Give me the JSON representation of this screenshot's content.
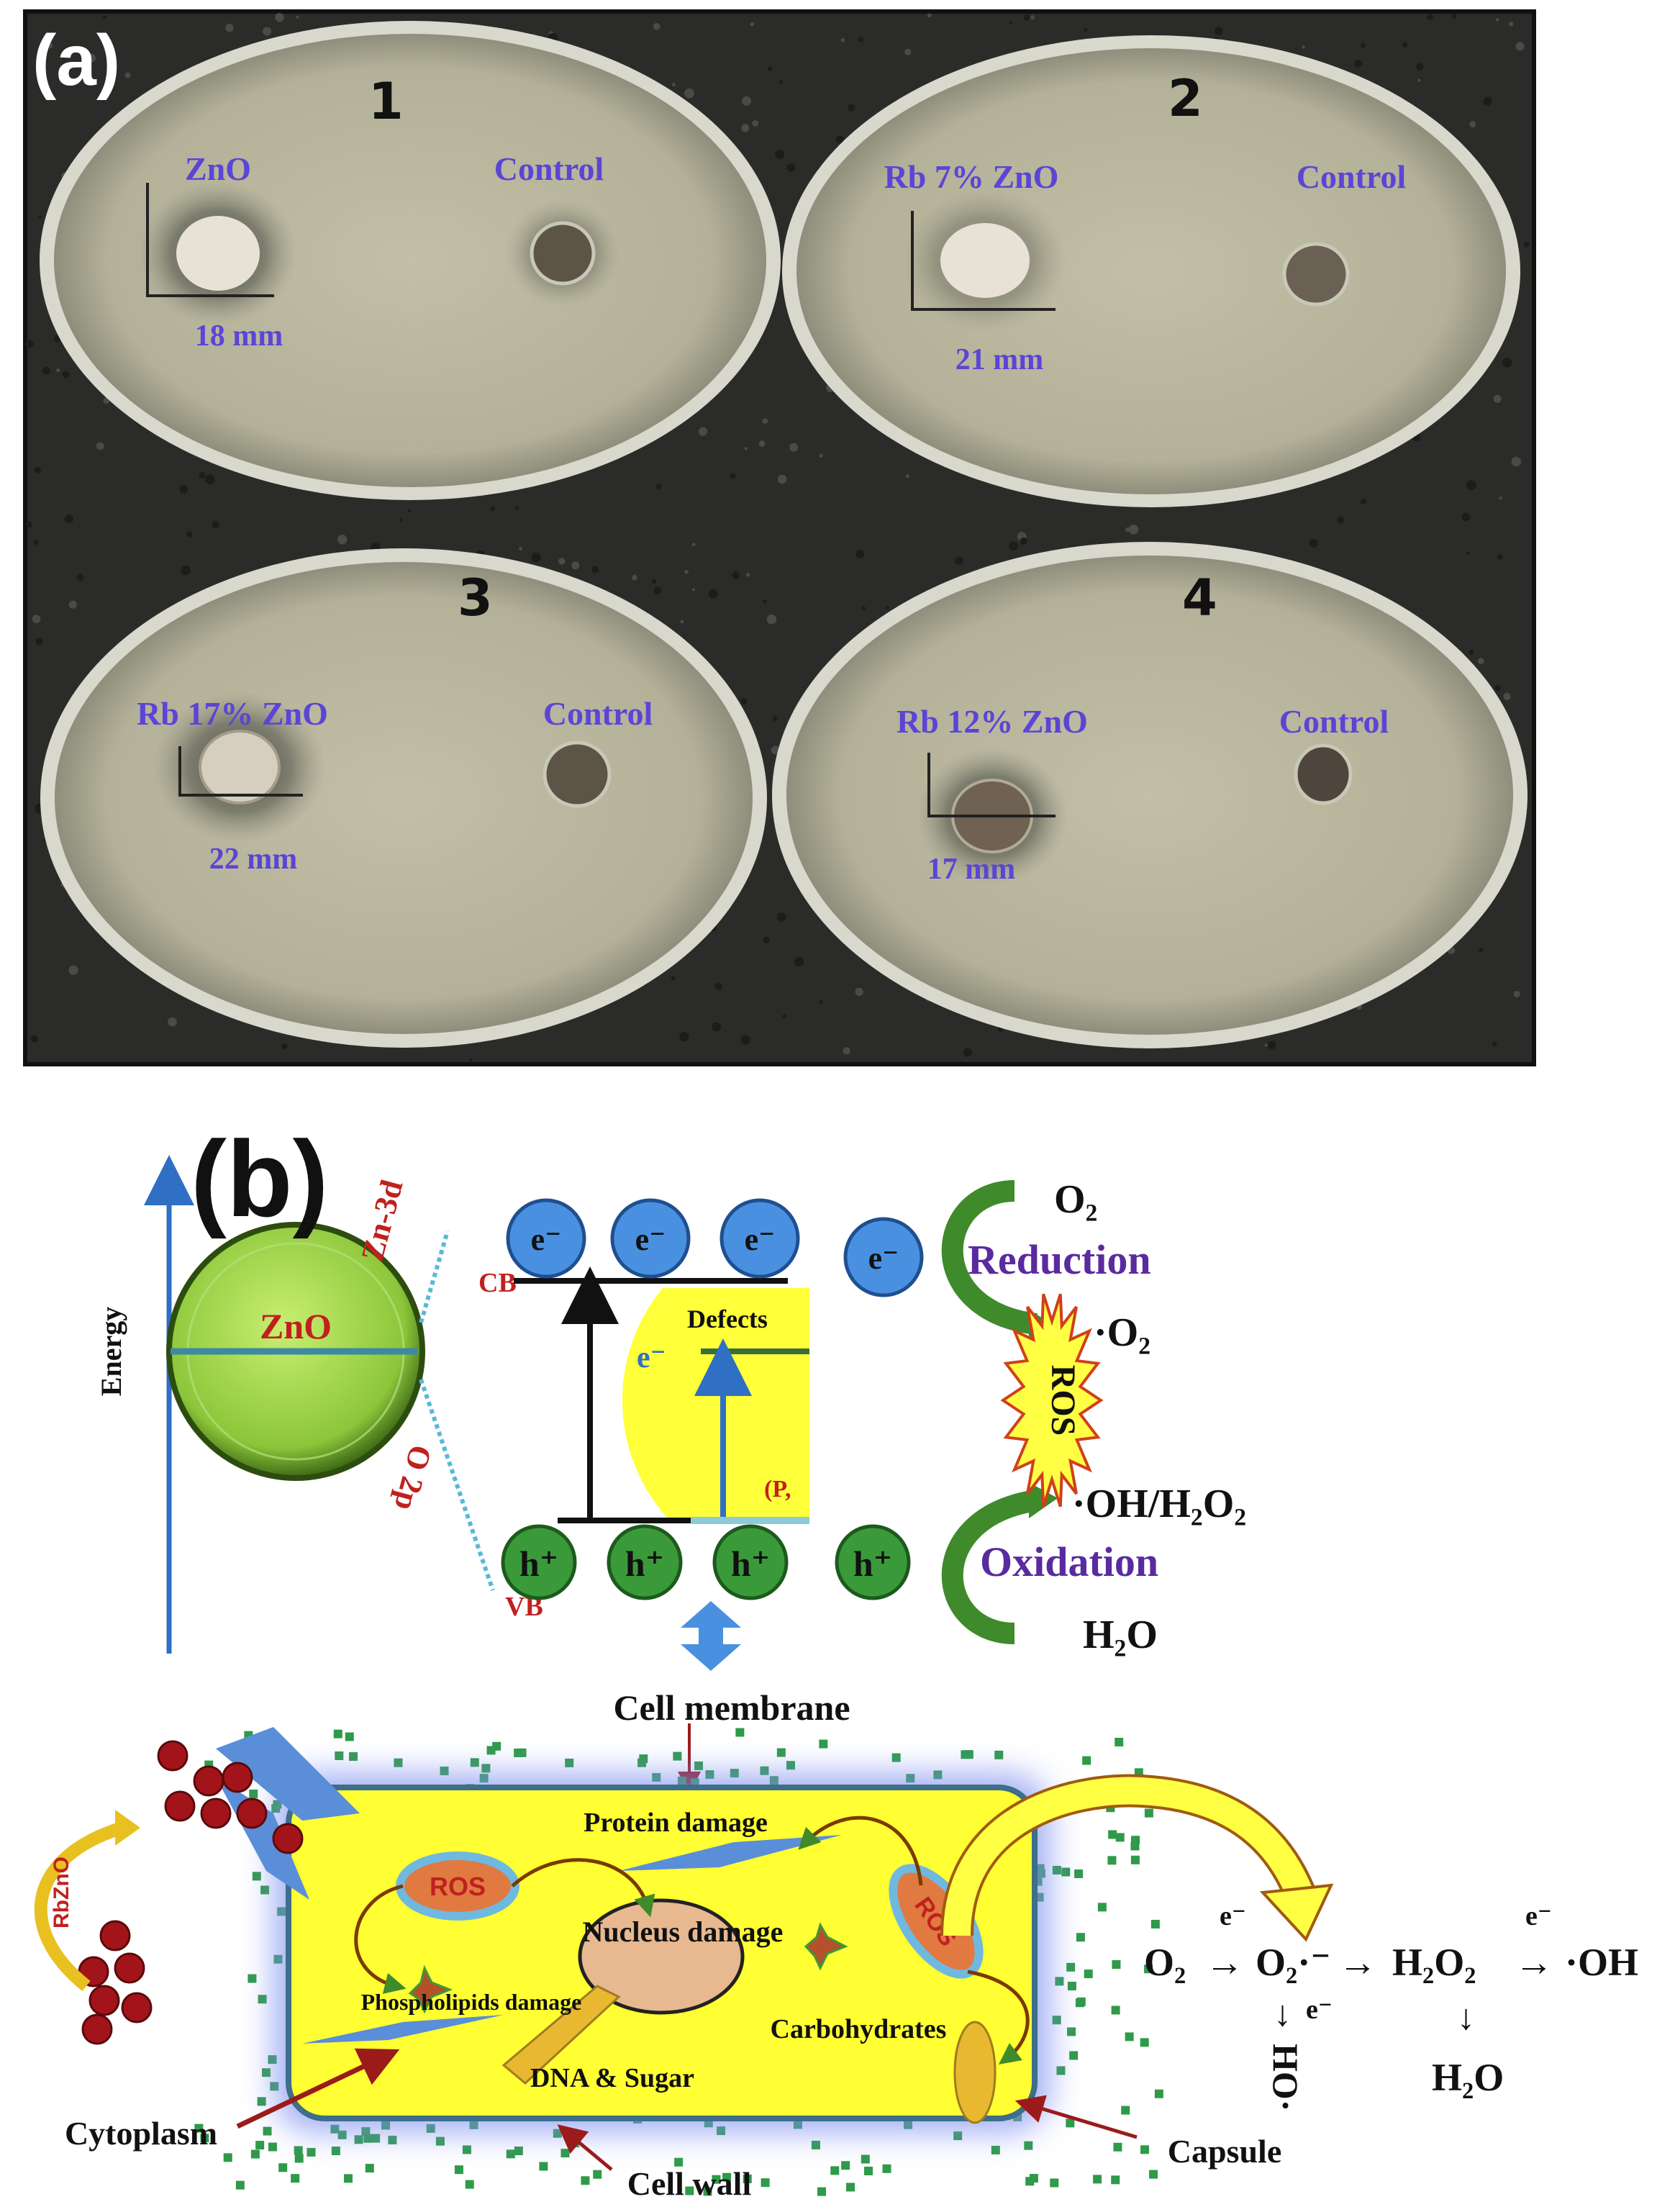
{
  "panel_a": {
    "label": "(a)",
    "dishes": [
      {
        "number": "1",
        "sample_label": "ZnO",
        "control_label": "Control",
        "zone": "18 mm"
      },
      {
        "number": "2",
        "sample_label": "Rb 7% ZnO",
        "control_label": "Control",
        "zone": "21 mm"
      },
      {
        "number": "3",
        "sample_label": "Rb 17% ZnO",
        "control_label": "Control",
        "zone": "22 mm"
      },
      {
        "number": "4",
        "sample_label": "Rb 12% ZnO",
        "control_label": "Control",
        "zone": "17 mm"
      }
    ]
  },
  "panel_b": {
    "label": "(b)",
    "energy_axis": "Energy",
    "sphere_label": "ZnO",
    "zn3d": "Zn-3d",
    "o2p": "O 2p",
    "cb": "CB",
    "vb": "VB",
    "defects": "Defects",
    "defect_electron": "e⁻",
    "defect_partial": "(P,",
    "electron": "e⁻",
    "hole": "h⁺",
    "reduction": "Reduction",
    "oxidation": "Oxidation",
    "o2": "O₂",
    "superoxide": "·O₂",
    "ros": "ROS",
    "oh_h2o2": "·OH/H₂O₂",
    "h2o": "H₂O",
    "cell": {
      "membrane": "Cell membrane",
      "protein": "Protein damage",
      "nucleus": "Nucleus damage",
      "phospholipids": "Phospholipids  damage",
      "carbohydrates": "Carbohydrates",
      "dna": "DNA & Sugar",
      "cytoplasm": "Cytoplasm",
      "cell_wall": "Cell wall",
      "capsule": "Capsule",
      "rbzno": "RbZnO",
      "ros": "ROS"
    },
    "equation": {
      "o2": "O₂",
      "e1": "e⁻",
      "arrow": "→",
      "superoxide": "O₂·⁻",
      "h2o2": "H₂O₂",
      "e2": "e⁻",
      "oh": "·OH",
      "down": "↓",
      "e3": "e⁻",
      "hoo": "HO·",
      "h2o": "H₂O"
    }
  },
  "colors": {
    "label_text": "#5b45d6",
    "electron": "#4a90e0",
    "hole": "#3a9a3a",
    "cytoplasm": "#ffff33",
    "ros_blob": "#e07a40",
    "orbital_red": "#c0211f"
  }
}
